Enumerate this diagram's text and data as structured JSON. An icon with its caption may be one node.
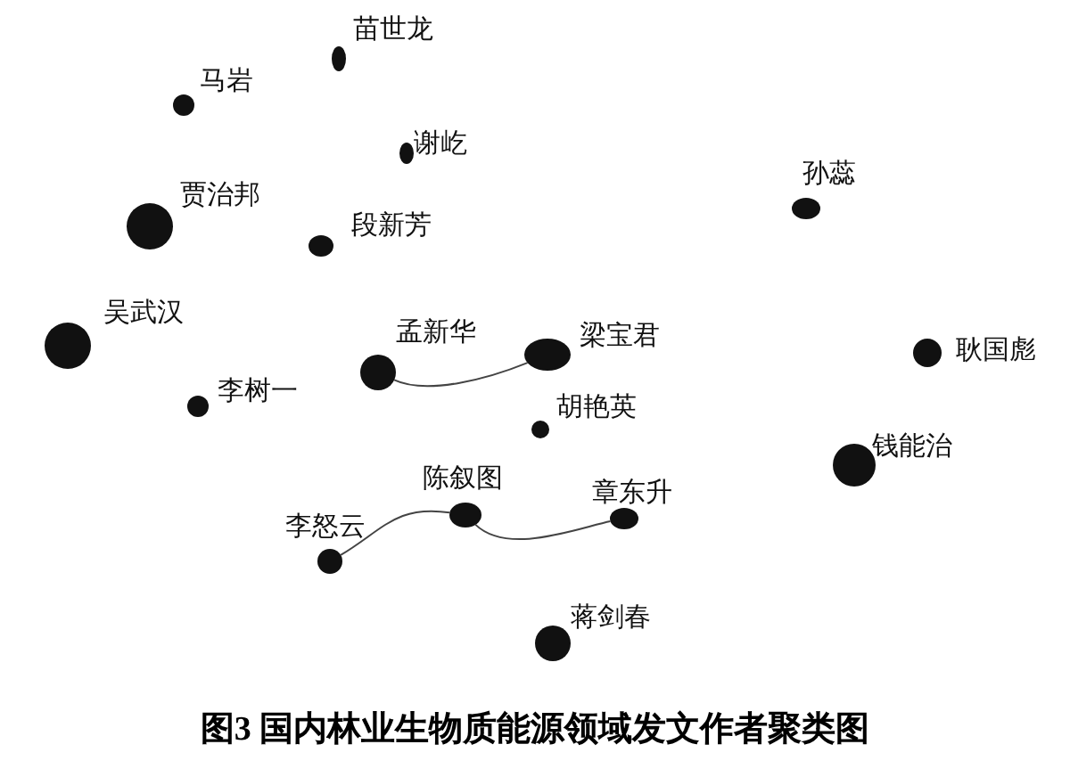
{
  "diagram": {
    "caption": "图3 国内林业生物质能源领域发文作者聚类图",
    "nodes": [
      {
        "text": [],
        "shape": "circle",
        "beside": [
          "苗世龙"
        ]
      },
      {
        "text": [],
        "shape": "circle",
        "beside": [
          "马岩"
        ]
      },
      {
        "text": [],
        "shape": "circle",
        "beside": [
          "谢屹"
        ]
      },
      {
        "text": [],
        "shape": "circle",
        "beside": [
          "贾治邦"
        ]
      },
      {
        "text": [],
        "shape": "circle",
        "beside": [
          "段新芳"
        ]
      },
      {
        "text": [],
        "shape": "circle",
        "beside": [
          "孙蕊"
        ]
      },
      {
        "text": [],
        "shape": "circle",
        "beside": [
          "吴武汉"
        ]
      },
      {
        "text": [],
        "shape": "circle",
        "beside": [
          "孟新华"
        ]
      },
      {
        "text": [],
        "shape": "circle",
        "beside": [
          "梁宝君"
        ]
      },
      {
        "text": [],
        "shape": "circle",
        "beside": [
          "耿国彪"
        ]
      },
      {
        "text": [],
        "shape": "circle",
        "beside": [
          "李树一"
        ]
      },
      {
        "text": [],
        "shape": "circle",
        "beside": [
          "胡艳英"
        ]
      },
      {
        "text": [],
        "shape": "circle",
        "beside": [
          "钱能治"
        ]
      },
      {
        "text": [],
        "shape": "circle",
        "beside": [
          "陈叙图"
        ]
      },
      {
        "text": [],
        "shape": "circle",
        "beside": [
          "章东升"
        ]
      },
      {
        "text": [],
        "shape": "circle",
        "beside": [
          "李怒云"
        ]
      },
      {
        "text": [],
        "shape": "circle",
        "beside": [
          "蒋剑春"
        ]
      }
    ],
    "edges": [
      {
        "from": 7,
        "to": 8,
        "arrow": "none"
      },
      {
        "from": 13,
        "to": 14,
        "arrow": "none"
      },
      {
        "from": 13,
        "to": 15,
        "arrow": "none"
      }
    ]
  }
}
